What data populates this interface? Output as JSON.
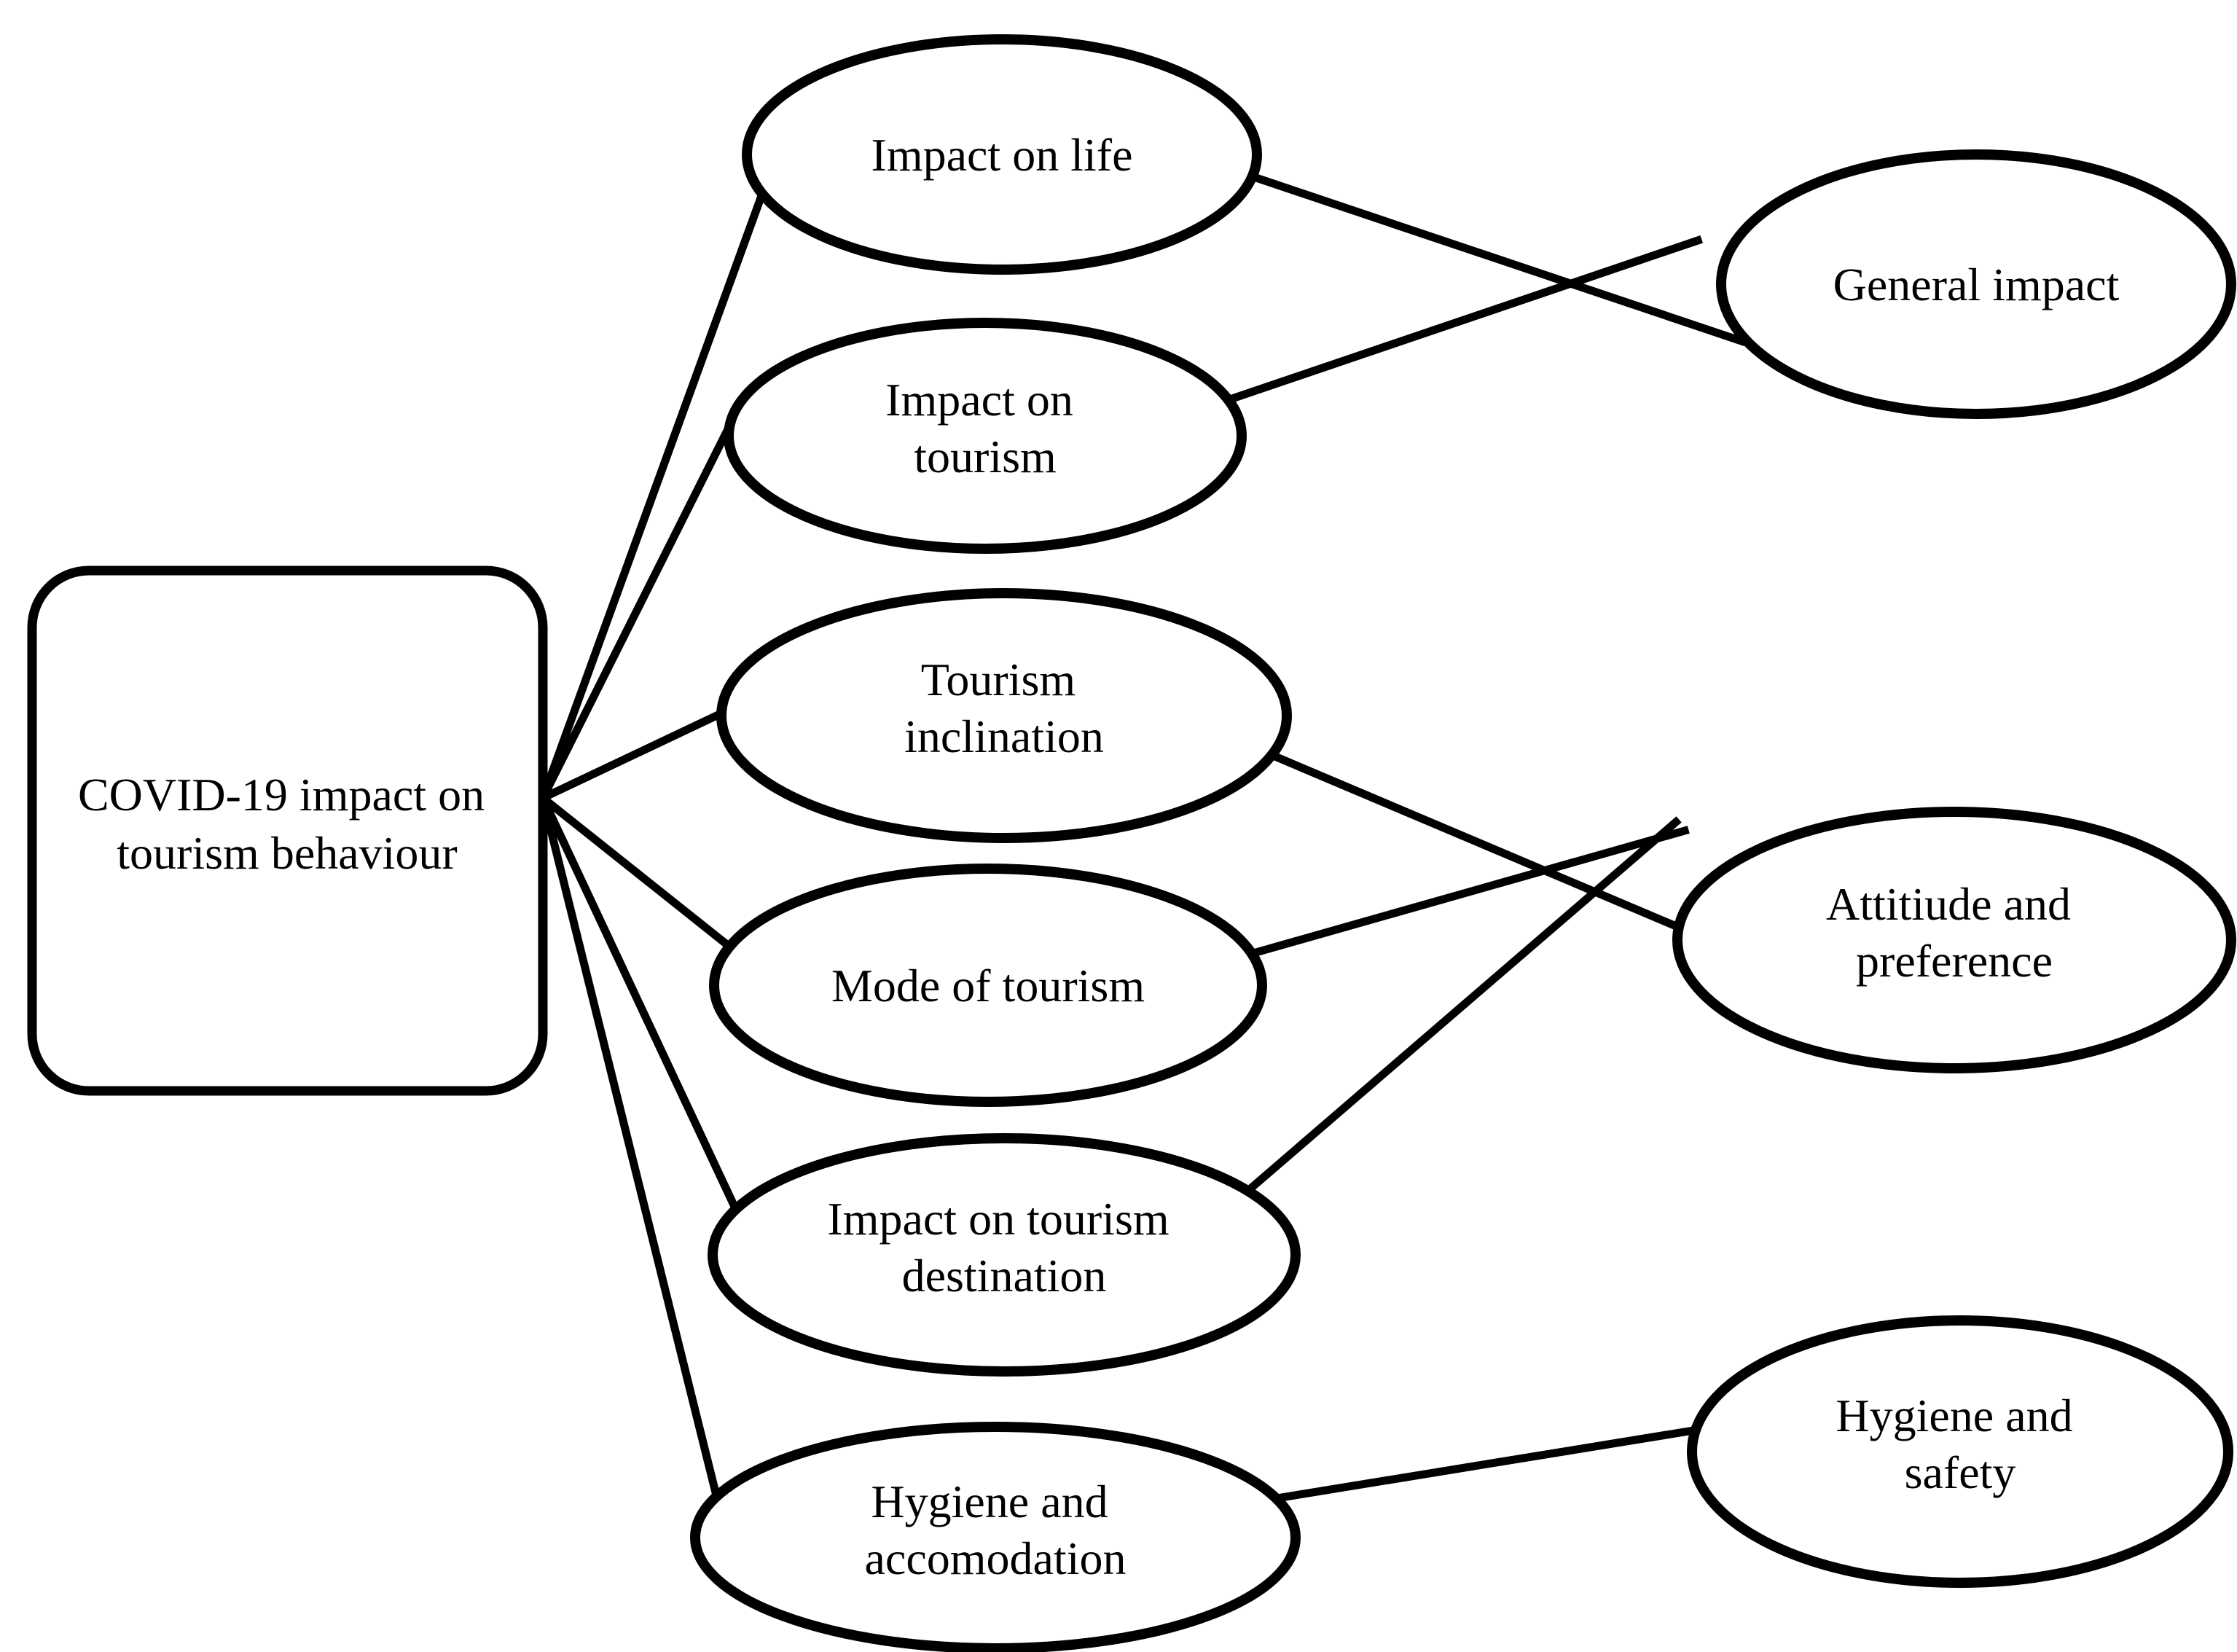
{
  "diagram": {
    "title": "COVID-19 impact on tourism behaviour concept map",
    "colors": {
      "stroke": "#000000",
      "background": "#ffffff"
    },
    "nodes": {
      "root": {
        "lines": [
          "COVID-19 impact on",
          "tourism behaviour"
        ],
        "shape": "rounded-rectangle"
      },
      "impact_on_life": {
        "lines": [
          "Impact on life"
        ],
        "shape": "ellipse"
      },
      "impact_on_tourism": {
        "lines": [
          "Impact on",
          "tourism"
        ],
        "shape": "ellipse"
      },
      "tourism_inclination": {
        "lines": [
          "Tourism",
          "inclination"
        ],
        "shape": "ellipse"
      },
      "mode_of_tourism": {
        "lines": [
          "Mode of tourism"
        ],
        "shape": "ellipse"
      },
      "impact_on_tourism_destination": {
        "lines": [
          "Impact on tourism",
          "destination"
        ],
        "shape": "ellipse"
      },
      "hygiene_and_accomodation": {
        "lines": [
          "Hygiene and",
          "accomodation"
        ],
        "shape": "ellipse"
      },
      "general_impact": {
        "lines": [
          "General impact"
        ],
        "shape": "ellipse"
      },
      "attitiude_and_preference": {
        "lines": [
          "Attitiude and",
          "preference"
        ],
        "shape": "ellipse"
      },
      "hygiene_and_safety": {
        "lines": [
          "Hygiene and",
          "safety"
        ],
        "shape": "ellipse"
      }
    },
    "edges": [
      {
        "from": "root",
        "to": "impact_on_life"
      },
      {
        "from": "root",
        "to": "impact_on_tourism"
      },
      {
        "from": "root",
        "to": "tourism_inclination"
      },
      {
        "from": "root",
        "to": "mode_of_tourism"
      },
      {
        "from": "root",
        "to": "impact_on_tourism_destination"
      },
      {
        "from": "root",
        "to": "hygiene_and_accomodation"
      },
      {
        "from": "impact_on_life",
        "to": "general_impact"
      },
      {
        "from": "impact_on_tourism",
        "to": "general_impact"
      },
      {
        "from": "tourism_inclination",
        "to": "attitiude_and_preference"
      },
      {
        "from": "mode_of_tourism",
        "to": "attitiude_and_preference"
      },
      {
        "from": "impact_on_tourism_destination",
        "to": "attitiude_and_preference"
      },
      {
        "from": "hygiene_and_accomodation",
        "to": "hygiene_and_safety"
      }
    ]
  }
}
